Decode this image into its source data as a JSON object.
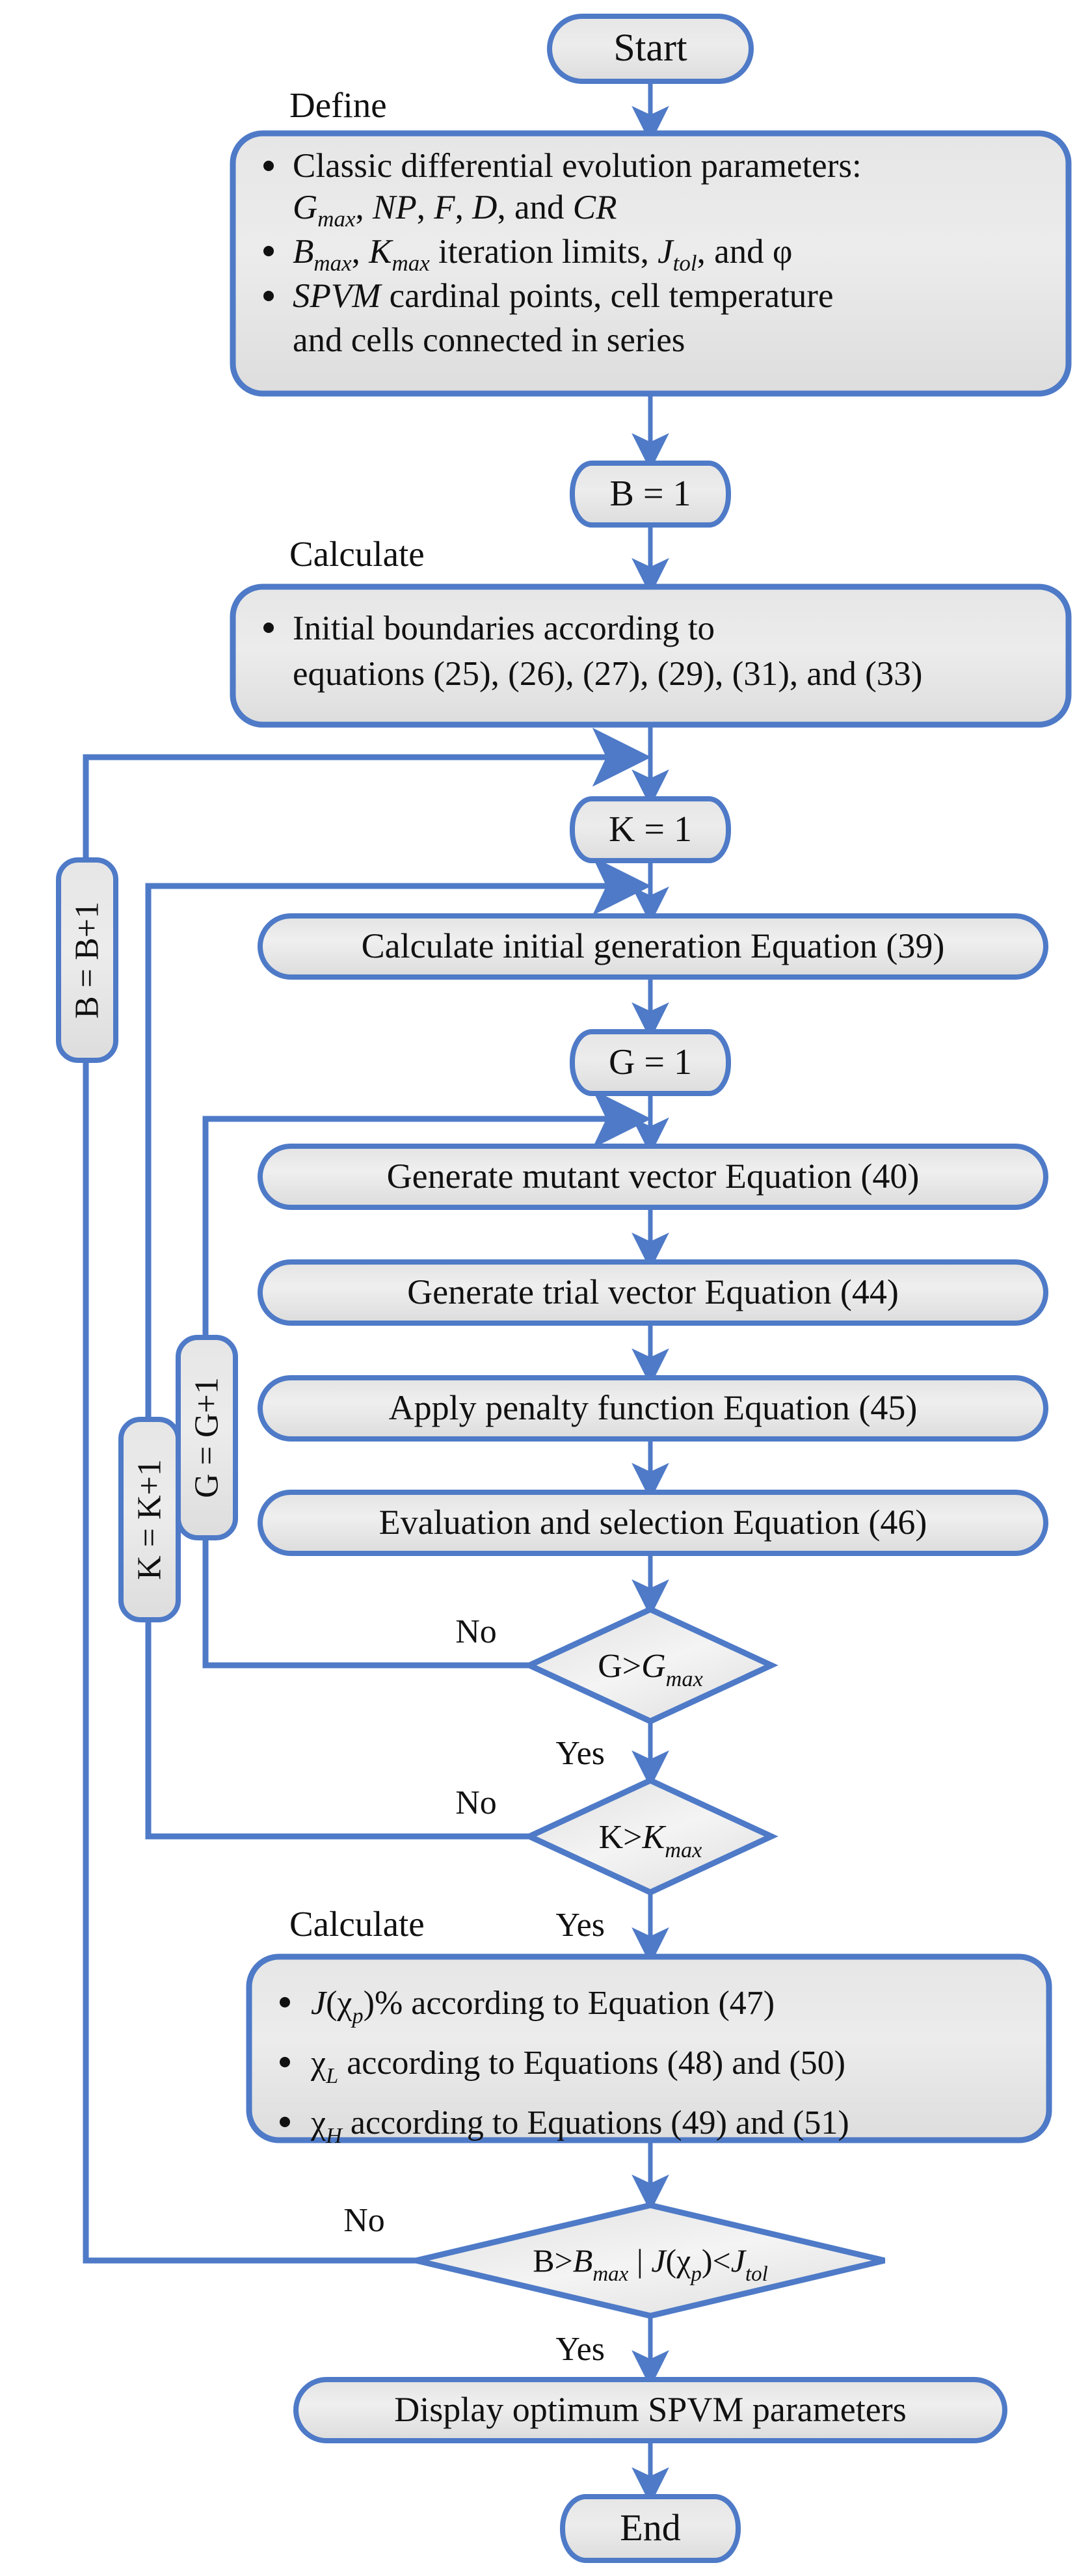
{
  "diagram": {
    "type": "flowchart",
    "title": "Differential evolution SPVM parameter extraction flowchart",
    "colors": {
      "stroke": "#4e7ac7",
      "fill_light": "#f2f2f2",
      "fill_dark": "#e4e4e4",
      "text": "#111111"
    }
  },
  "nodes": {
    "start": {
      "label": "Start",
      "shape": "terminator"
    },
    "define_caption": {
      "label": "Define"
    },
    "define_box": {
      "shape": "process-rounded",
      "bullets": [
        {
          "line1_a": "Classic differential evolution parameters:",
          "line2_parts": [
            "G",
            "max",
            ", ",
            "NP",
            ", ",
            "F",
            ", ",
            "D",
            ", and ",
            "CR"
          ]
        },
        {
          "parts": [
            "B",
            "max",
            ", ",
            "K",
            "max",
            " iteration limits, ",
            "J",
            "tol",
            ", and φ"
          ]
        },
        {
          "line1": "SPVM cardinal points, cell temperature",
          "line2": "and cells connected in series"
        }
      ]
    },
    "b_init": {
      "label": "B = 1",
      "shape": "terminator"
    },
    "calculate_caption_1": {
      "label": "Calculate"
    },
    "calc_box_1": {
      "shape": "process-rounded",
      "bullets": [
        {
          "line1": "Initial boundaries according to",
          "line2": "equations (25), (26), (27), (29), (31), and (33)"
        }
      ]
    },
    "k_init": {
      "label": "K = 1",
      "shape": "terminator"
    },
    "calc_initial_generation": {
      "label": "Calculate initial generation Equation (39)",
      "shape": "process-rounded"
    },
    "g_init": {
      "label": "G = 1",
      "shape": "terminator"
    },
    "gen_mutant": {
      "label": "Generate mutant vector Equation (40)",
      "shape": "process-rounded"
    },
    "gen_trial": {
      "label": "Generate trial vector Equation (44)",
      "shape": "process-rounded"
    },
    "apply_penalty": {
      "label": "Apply penalty function Equation (45)",
      "shape": "process-rounded"
    },
    "eval_select": {
      "label": "Evaluation and selection Equation (46)",
      "shape": "process-rounded"
    },
    "decision_g": {
      "label_base": "G>G",
      "label_sub": "max",
      "shape": "decision"
    },
    "decision_k": {
      "label_base": "K>K",
      "label_sub": "max",
      "shape": "decision"
    },
    "calculate_caption_2": {
      "label": "Calculate"
    },
    "calc_box_2": {
      "shape": "process-rounded",
      "bullets": [
        {
          "text": "J(χp)% according to Equation (47)"
        },
        {
          "text": "χL according to Equations (48) and (50)"
        },
        {
          "text": "χH according to Equations (49) and (51)"
        }
      ]
    },
    "decision_b": {
      "label": "B>Bmax | J(χp)<Jtol",
      "shape": "decision"
    },
    "display_params": {
      "label": "Display optimum SPVM parameters",
      "shape": "process-rounded"
    },
    "end": {
      "label": "End",
      "shape": "terminator"
    },
    "loop_b": {
      "label": "B = B+1",
      "shape": "terminator-vertical",
      "orientation": "vertical"
    },
    "loop_k": {
      "label": "K = K+1",
      "shape": "terminator-vertical",
      "orientation": "vertical"
    },
    "loop_g": {
      "label": "G = G+1",
      "shape": "terminator-vertical",
      "orientation": "vertical"
    }
  },
  "edge_labels": {
    "g_no": "No",
    "g_yes": "Yes",
    "k_no": "No",
    "k_yes": "Yes",
    "b_no": "No",
    "b_yes": "Yes"
  }
}
